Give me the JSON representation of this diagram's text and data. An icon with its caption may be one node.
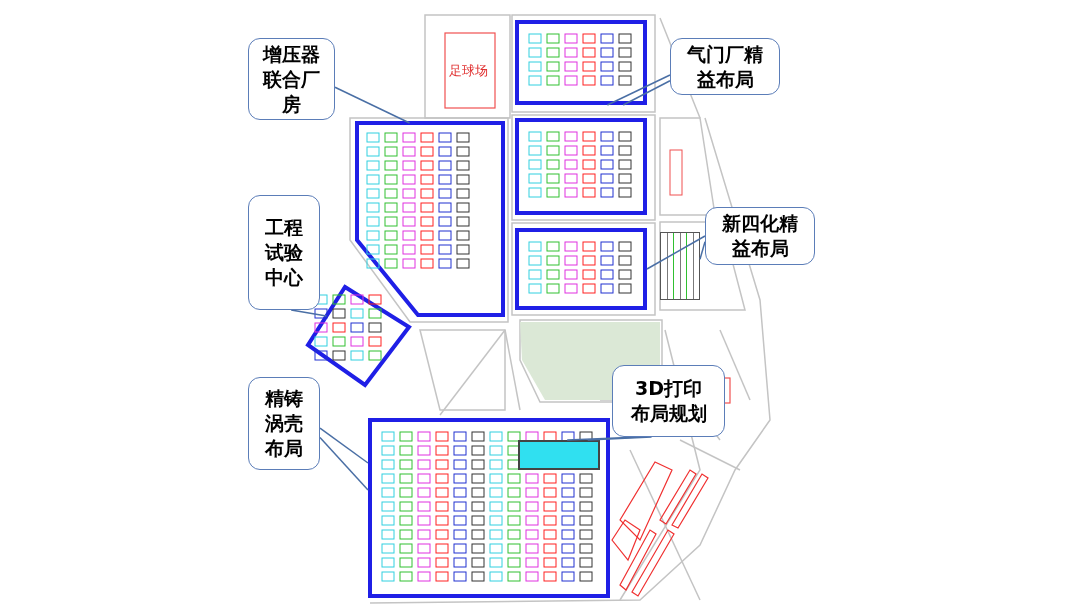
{
  "diagram": {
    "nodes": [
      {
        "text": [
          "增压器联合厂房"
        ]
      },
      {
        "text": [
          "气门厂精益布局"
        ]
      },
      {
        "text": [
          "新四化精益布局"
        ]
      },
      {
        "text": [
          "工程试验中心"
        ]
      },
      {
        "text": [
          "3D打印布局规划"
        ]
      },
      {
        "text": [
          "精铸涡壳布局"
        ]
      },
      {
        "text": [],
        "shape": "box"
      },
      {
        "text": [],
        "shape": "box"
      },
      {
        "text": [],
        "shape": "box"
      },
      {
        "text": [],
        "shape": "box"
      },
      {
        "text": [],
        "shape": "box"
      },
      {
        "text": [],
        "shape": "box"
      },
      {
        "text": [],
        "shape": "box"
      },
      {
        "text": [],
        "shape": "box",
        "in": 12
      }
    ],
    "edges": [
      {
        "from": 0,
        "to": 6,
        "arrow": "none"
      },
      {
        "from": 1,
        "to": 7,
        "arrow": "none"
      },
      {
        "from": 1,
        "to": 7,
        "arrow": "none"
      },
      {
        "from": 2,
        "to": 9,
        "arrow": "none"
      },
      {
        "from": 2,
        "to": 10,
        "arrow": "none"
      },
      {
        "from": 3,
        "to": 11,
        "arrow": "none"
      },
      {
        "from": 4,
        "to": 13,
        "arrow": "none"
      },
      {
        "from": 4,
        "to": 13,
        "arrow": "none"
      },
      {
        "from": 5,
        "to": 12,
        "arrow": "none"
      },
      {
        "from": 5,
        "to": 12,
        "arrow": "none"
      }
    ],
    "labels": [
      "足球场"
    ]
  }
}
